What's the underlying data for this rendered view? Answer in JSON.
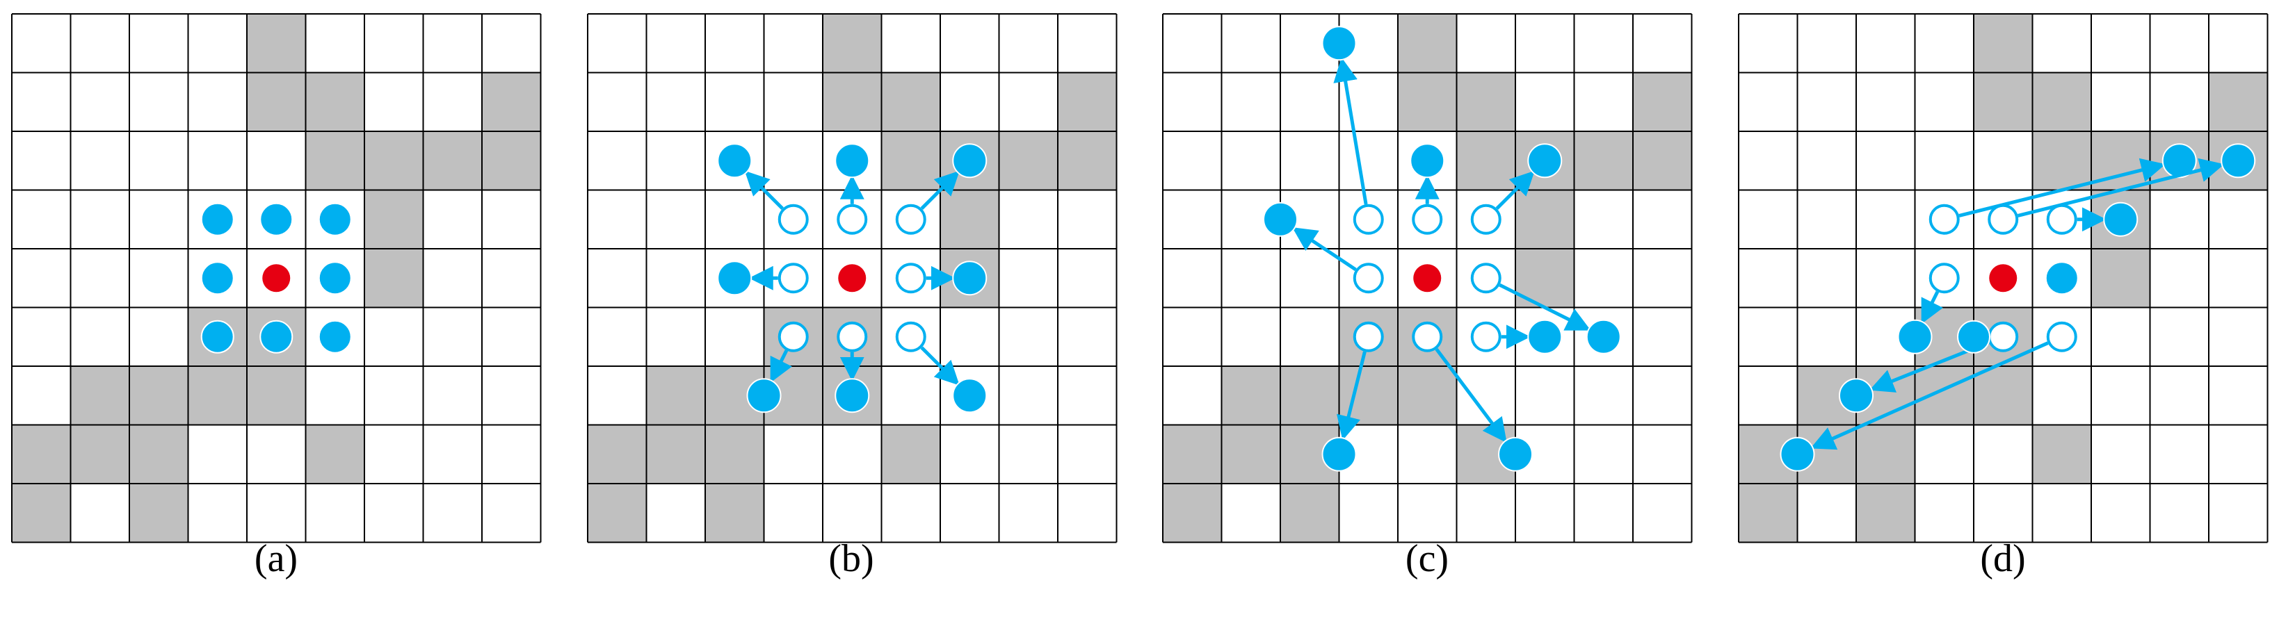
{
  "figure": {
    "rows": 9,
    "cols": 9,
    "colors": {
      "grid_line": "#000000",
      "shaded_cell": "#c0c0c0",
      "empty_cell": "#ffffff",
      "center_point": "#e60012",
      "sample_point": "#00b0f0"
    },
    "panels": [
      {
        "id": "a",
        "label": "(a)",
        "shaded": [
          [
            0,
            4
          ],
          [
            1,
            4
          ],
          [
            1,
            5
          ],
          [
            1,
            8
          ],
          [
            2,
            5
          ],
          [
            2,
            6
          ],
          [
            2,
            7
          ],
          [
            2,
            8
          ],
          [
            3,
            6
          ],
          [
            4,
            6
          ],
          [
            5,
            3
          ],
          [
            5,
            4
          ],
          [
            6,
            1
          ],
          [
            6,
            2
          ],
          [
            6,
            3
          ],
          [
            6,
            4
          ],
          [
            7,
            0
          ],
          [
            7,
            1
          ],
          [
            7,
            2
          ],
          [
            7,
            5
          ],
          [
            8,
            0
          ],
          [
            8,
            2
          ]
        ],
        "center": [
          4,
          4
        ],
        "offsets": [],
        "filled_points": [
          [
            3,
            3
          ],
          [
            3,
            4
          ],
          [
            3,
            5
          ],
          [
            4,
            3
          ],
          [
            4,
            5
          ],
          [
            5,
            3
          ],
          [
            5,
            4
          ],
          [
            5,
            5
          ]
        ]
      },
      {
        "id": "b",
        "label": "(b)",
        "shaded": [
          [
            0,
            4
          ],
          [
            1,
            4
          ],
          [
            1,
            5
          ],
          [
            1,
            8
          ],
          [
            2,
            5
          ],
          [
            2,
            6
          ],
          [
            2,
            7
          ],
          [
            2,
            8
          ],
          [
            3,
            6
          ],
          [
            4,
            6
          ],
          [
            5,
            3
          ],
          [
            5,
            4
          ],
          [
            6,
            1
          ],
          [
            6,
            2
          ],
          [
            6,
            3
          ],
          [
            6,
            4
          ],
          [
            7,
            0
          ],
          [
            7,
            1
          ],
          [
            7,
            2
          ],
          [
            7,
            5
          ],
          [
            8,
            0
          ],
          [
            8,
            2
          ]
        ],
        "center": [
          4,
          4
        ],
        "offsets": [
          {
            "from": [
              3,
              3
            ],
            "to": [
              2,
              2
            ]
          },
          {
            "from": [
              3,
              4
            ],
            "to": [
              2,
              4
            ]
          },
          {
            "from": [
              3,
              5
            ],
            "to": [
              2,
              6
            ]
          },
          {
            "from": [
              4,
              3
            ],
            "to": [
              4,
              2
            ]
          },
          {
            "from": [
              4,
              5
            ],
            "to": [
              4,
              6
            ]
          },
          {
            "from": [
              5,
              3
            ],
            "to": [
              6,
              2.5
            ]
          },
          {
            "from": [
              5,
              4
            ],
            "to": [
              6,
              4
            ]
          },
          {
            "from": [
              5,
              5
            ],
            "to": [
              6,
              6
            ]
          }
        ],
        "filled_points": []
      },
      {
        "id": "c",
        "label": "(c)",
        "shaded": [
          [
            0,
            4
          ],
          [
            1,
            4
          ],
          [
            1,
            5
          ],
          [
            1,
            8
          ],
          [
            2,
            5
          ],
          [
            2,
            6
          ],
          [
            2,
            7
          ],
          [
            2,
            8
          ],
          [
            3,
            6
          ],
          [
            4,
            6
          ],
          [
            5,
            3
          ],
          [
            5,
            4
          ],
          [
            6,
            1
          ],
          [
            6,
            2
          ],
          [
            6,
            3
          ],
          [
            6,
            4
          ],
          [
            7,
            0
          ],
          [
            7,
            1
          ],
          [
            7,
            2
          ],
          [
            7,
            5
          ],
          [
            8,
            0
          ],
          [
            8,
            2
          ]
        ],
        "center": [
          4,
          4
        ],
        "offsets": [
          {
            "from": [
              3,
              3
            ],
            "to": [
              0,
              2.5
            ]
          },
          {
            "from": [
              3,
              4
            ],
            "to": [
              2,
              4
            ]
          },
          {
            "from": [
              3,
              5
            ],
            "to": [
              2,
              6
            ]
          },
          {
            "from": [
              4,
              3
            ],
            "to": [
              3,
              1.5
            ]
          },
          {
            "from": [
              4,
              5
            ],
            "to": [
              5,
              7
            ]
          },
          {
            "from": [
              5,
              3
            ],
            "to": [
              7,
              2.5
            ]
          },
          {
            "from": [
              5,
              4
            ],
            "to": [
              7,
              5.5
            ]
          },
          {
            "from": [
              5,
              5
            ],
            "to": [
              5,
              6
            ]
          }
        ],
        "filled_points": []
      },
      {
        "id": "d",
        "label": "(d)",
        "shaded": [
          [
            0,
            4
          ],
          [
            1,
            4
          ],
          [
            1,
            5
          ],
          [
            1,
            8
          ],
          [
            2,
            5
          ],
          [
            2,
            6
          ],
          [
            2,
            7
          ],
          [
            2,
            8
          ],
          [
            3,
            6
          ],
          [
            4,
            6
          ],
          [
            5,
            3
          ],
          [
            5,
            4
          ],
          [
            6,
            1
          ],
          [
            6,
            2
          ],
          [
            6,
            3
          ],
          [
            6,
            4
          ],
          [
            7,
            0
          ],
          [
            7,
            1
          ],
          [
            7,
            2
          ],
          [
            7,
            5
          ],
          [
            8,
            0
          ],
          [
            8,
            2
          ]
        ],
        "center": [
          4,
          4
        ],
        "offsets": [
          {
            "from": [
              3,
              3
            ],
            "to": [
              2,
              7
            ]
          },
          {
            "from": [
              3,
              4
            ],
            "to": [
              2,
              8
            ]
          },
          {
            "from": [
              3,
              5
            ],
            "to": [
              3,
              6
            ]
          },
          {
            "from": [
              4,
              3
            ],
            "to": [
              5,
              2.5
            ]
          },
          {
            "from": [
              5,
              4
            ],
            "to": [
              6,
              1.5
            ]
          },
          {
            "from": [
              5,
              5
            ],
            "to": [
              7,
              0.5
            ]
          }
        ],
        "filled_points": [
          [
            4,
            5
          ],
          [
            5,
            3.5
          ]
        ]
      }
    ]
  }
}
